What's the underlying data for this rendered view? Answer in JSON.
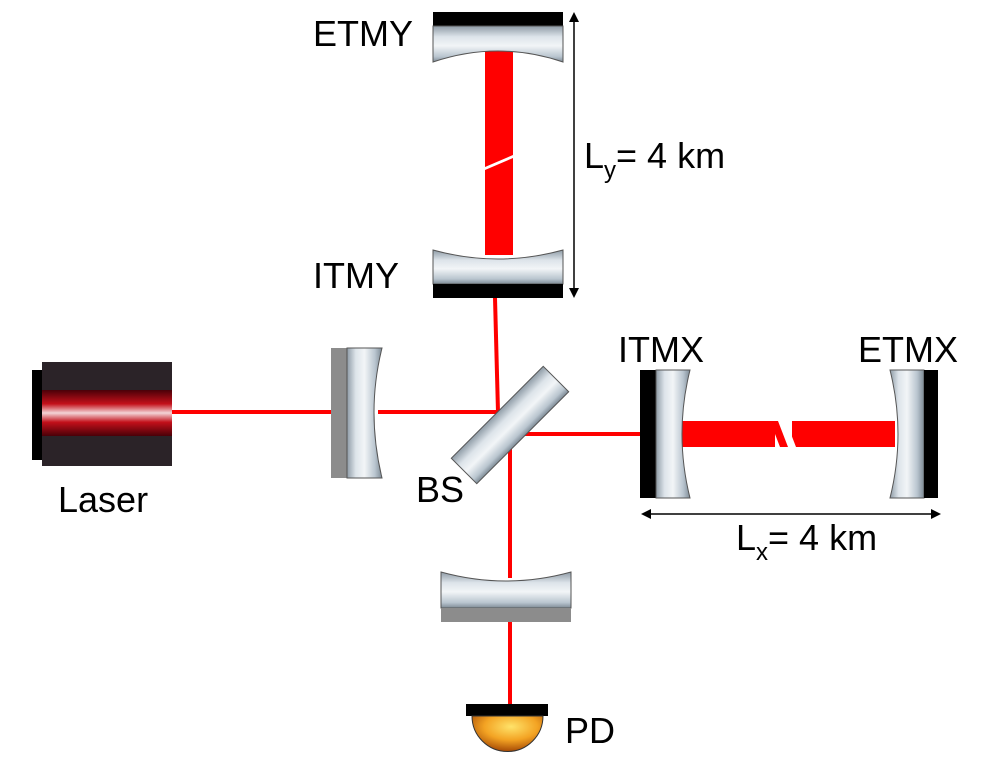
{
  "labels": {
    "etmy": "ETMY",
    "itmy": "ITMY",
    "itmx": "ITMX",
    "etmx": "ETMX",
    "laser": "Laser",
    "bs": "BS",
    "pd": "PD",
    "ly_main": "L",
    "ly_sub": "y",
    "ly_value": "= 4 km",
    "lx_main": "L",
    "lx_sub": "x",
    "lx_value": "= 4 km"
  },
  "colors": {
    "beam": "#ff0000",
    "mirror_coating": "#000000",
    "substrate": "#b9c7d1",
    "recycling_back": "#8c8c8c",
    "laser_body": "#2b2328",
    "photodiode": "#e07000"
  },
  "icons": {
    "laser": "laser-source-icon",
    "photodiode": "photodiode-icon"
  }
}
